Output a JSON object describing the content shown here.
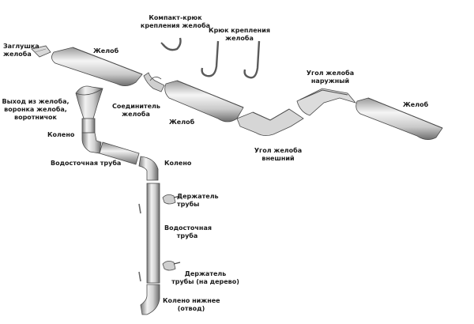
{
  "labels": {
    "zaglushka": "Заглушка\nжелоба",
    "zhelob_1": "Желоб",
    "kompakt_kryuk": "Компакт-крюк\nкрепления желоба",
    "kryuk_krepleniya": "Крюк крепления\nжелоба",
    "ugol_naruzhniy": "Угол желоба\nнаружный",
    "zhelob_right": "Желоб",
    "vykhod": "Выход из желоба,\nворонка желоба,\nворотничок",
    "soedinitel": "Соединитель\nжелоба",
    "zhelob_mid": "Желоб",
    "koleno_1": "Колено",
    "ugol_vneshniy": "Угол желоба\nвнешний",
    "vodostochnaya_truba_1": "Водосточная труба",
    "koleno_2": "Колено",
    "derzhatel_truby": "Держатель\nтрубы",
    "vodostochnaya_truba_2": "Водосточная\nтруба",
    "derzhatel_truby_derevo": "Держатель\nтрубы (на дерево)",
    "koleno_nizhnee": "Колено нижнее\n(отвод)"
  },
  "colors": {
    "metal_light": "#f2f2f2",
    "metal_mid": "#b8b8b8",
    "metal_dark": "#6e6e6e",
    "outline": "#4a4a4a",
    "text": "#1a1a1a"
  }
}
